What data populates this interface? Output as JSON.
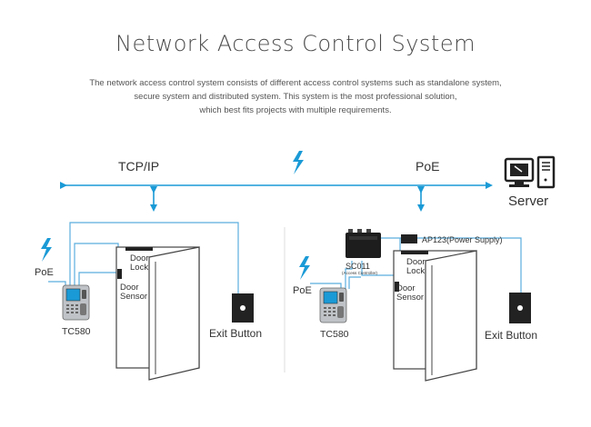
{
  "header": {
    "title": "Network Access Control System",
    "description_lines": [
      "The network access control system consists of different access control systems such as standalone system,",
      "secure system and distributed system. This system is the most professional solution,",
      "which best fits projects with multiple requirements."
    ]
  },
  "network": {
    "left_label": "TCP/IP",
    "right_label": "PoE",
    "server_label": "Server"
  },
  "left_system": {
    "poe_label": "PoE",
    "door_lock_lines": [
      "Door",
      "Lock"
    ],
    "door_sensor_lines": [
      "Door",
      "Sensor"
    ],
    "terminal_label": "TC580",
    "exit_button_label": "Exit Button"
  },
  "right_system": {
    "poe_label": "PoE",
    "controller_label": "SC011",
    "controller_sub_label": "(Access Controller)",
    "power_supply_label": "AP123(Power Supply)",
    "door_lock_lines": [
      "Door",
      "Lock"
    ],
    "door_sensor_lines": [
      "Door",
      "Sensor"
    ],
    "terminal_label": "TC580",
    "exit_button_label": "Exit Button"
  },
  "colors": {
    "accent": "#1a9ad6",
    "line": "#5aaede",
    "text": "#333333",
    "device_dark": "#222222"
  }
}
